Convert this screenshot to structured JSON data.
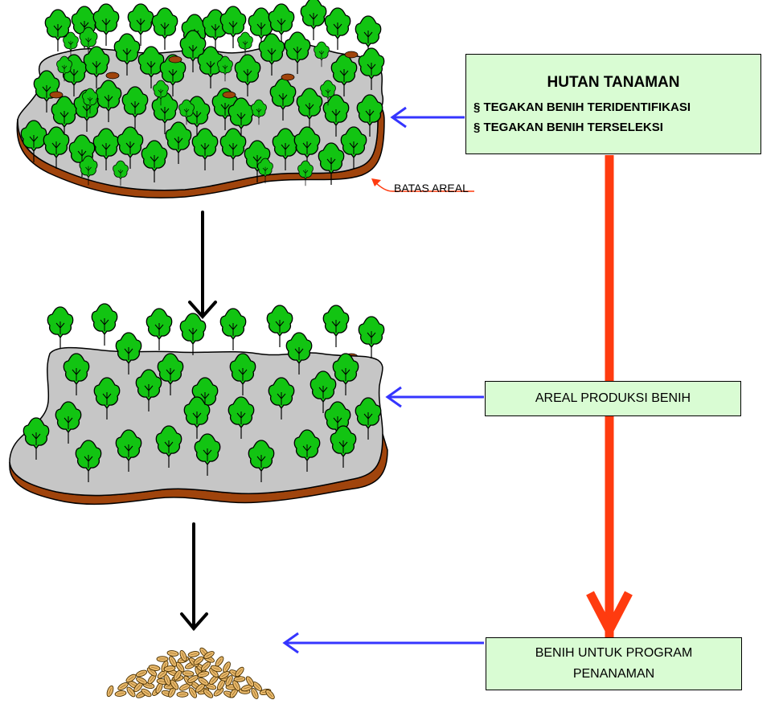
{
  "title": "HUTAN TANAMAN",
  "bullets": [
    "§ TEGAKAN BENIH TERIDENTIFIKASI",
    "§ TEGAKAN BENIH TERSELEKSI"
  ],
  "batas_label": "BATAS AREAL",
  "mid_label": "AREAL PRODUKSI BENIH",
  "bottom_label_lines": [
    "BENIH UNTUK PROGRAM",
    "PENANAMAN"
  ],
  "colors": {
    "box_fill": "#d9fcd3",
    "ground": "#c6c6c6",
    "soil": "#a0440c",
    "tree": "#12c412",
    "blue_arrow": "#3535ff",
    "red_arrow": "#ff3b0f",
    "seed": "#e8b86a"
  }
}
